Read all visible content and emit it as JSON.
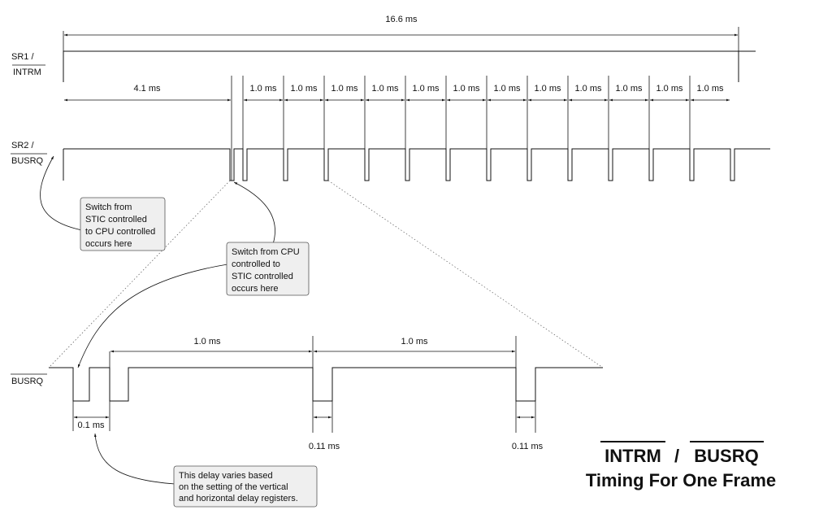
{
  "signals": {
    "sr1": "SR1 /",
    "intrm": "INTRM",
    "sr2": "SR2 /",
    "busrq": "BUSRQ",
    "busrq_detail": "BUSRQ"
  },
  "dimensions": {
    "frame": "16.6 ms",
    "initial": "4.1 ms",
    "interval": "1.0 ms",
    "interval_count": 12,
    "detail_interval": "1.0 ms",
    "pulse_first": "0.1 ms",
    "pulse_later": "0.11 ms"
  },
  "callouts": {
    "stic_to_cpu": [
      "Switch from",
      "STIC controlled",
      "to CPU controlled",
      "occurs here"
    ],
    "cpu_to_stic": [
      "Switch from CPU",
      "controlled to",
      "STIC controlled",
      "occurs here"
    ],
    "delay": [
      "This delay varies based",
      "on the setting of the vertical",
      "and horizontal delay registers."
    ]
  },
  "title": {
    "sig1": "INTRM",
    "sep": "/",
    "sig2": "BUSRQ",
    "line2": "Timing For One Frame"
  }
}
